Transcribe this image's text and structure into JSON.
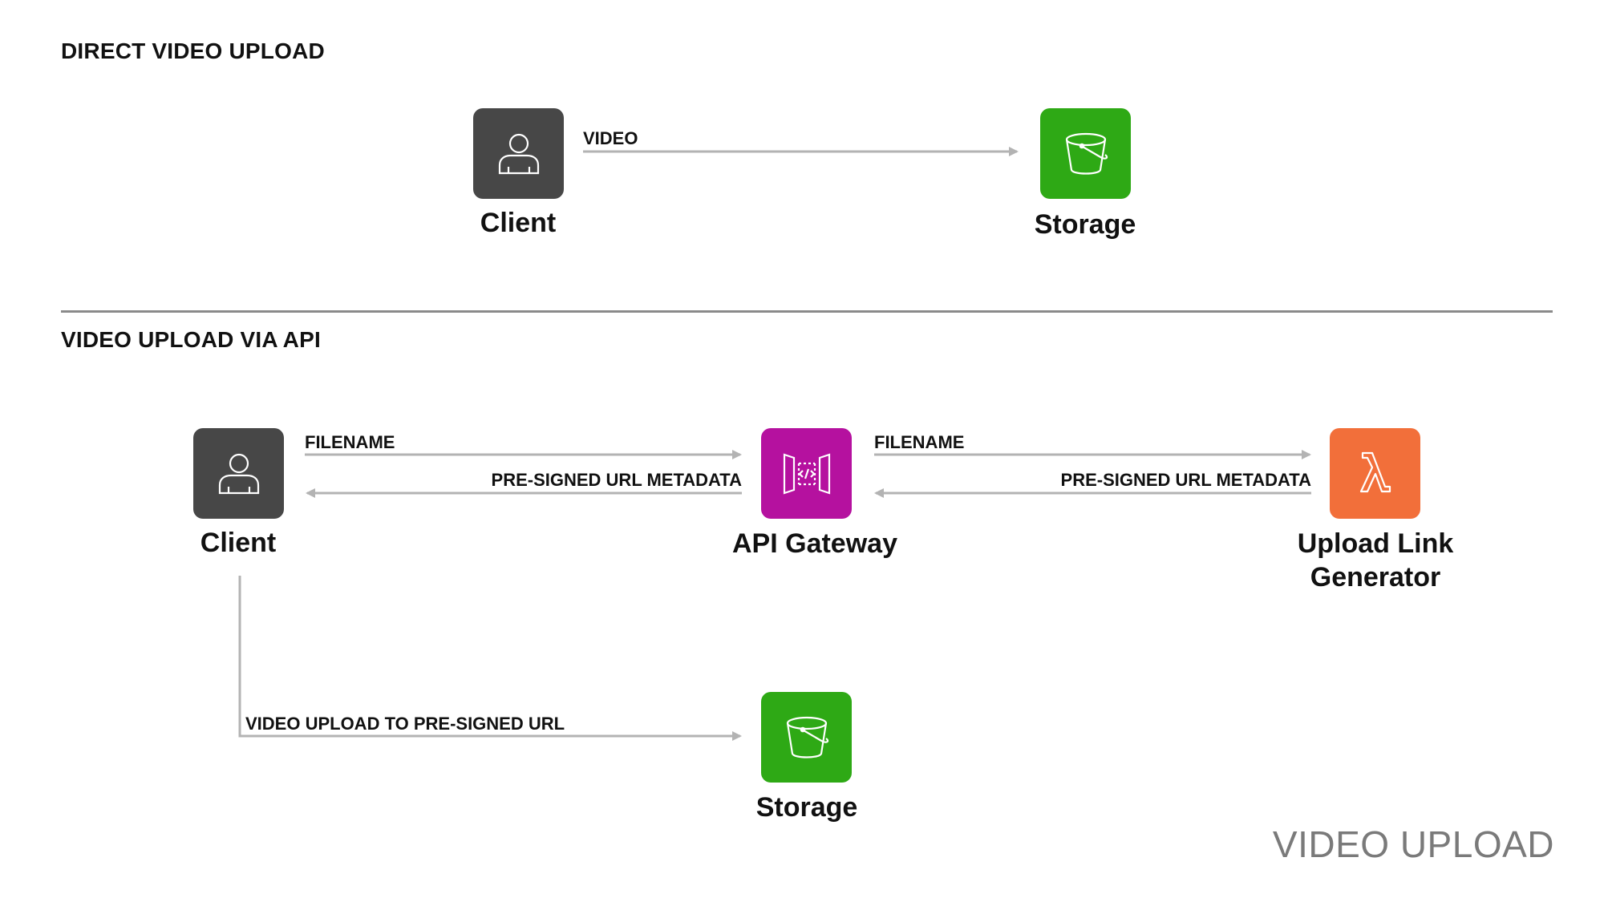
{
  "sections": {
    "direct": {
      "title": "DIRECT VIDEO UPLOAD"
    },
    "api": {
      "title": "VIDEO UPLOAD VIA API"
    }
  },
  "nodes": {
    "direct_client": {
      "label": "Client",
      "icon": "user-icon",
      "color": "#474747"
    },
    "direct_storage": {
      "label": "Storage",
      "icon": "bucket-icon",
      "color": "#2ea915"
    },
    "api_client": {
      "label": "Client",
      "icon": "user-icon",
      "color": "#474747"
    },
    "api_gateway": {
      "label": "API Gateway",
      "icon": "api-gateway-icon",
      "color": "#b5119f"
    },
    "upload_link_generator": {
      "label_line1": "Upload Link",
      "label_line2": "Generator",
      "icon": "lambda-icon",
      "color": "#f26f3a"
    },
    "api_storage": {
      "label": "Storage",
      "icon": "bucket-icon",
      "color": "#2ea915"
    }
  },
  "edges": {
    "direct_video": "VIDEO",
    "client_to_gateway": "FILENAME",
    "gateway_to_client": "PRE-SIGNED URL METADATA",
    "gateway_to_generator": "FILENAME",
    "generator_to_gateway": "PRE-SIGNED URL METADATA",
    "client_to_storage": "VIDEO UPLOAD TO PRE-SIGNED URL"
  },
  "footer": {
    "watermark": "VIDEO UPLOAD"
  },
  "colors": {
    "arrow": "#b3b3b3",
    "divider": "#8a8a8a"
  }
}
